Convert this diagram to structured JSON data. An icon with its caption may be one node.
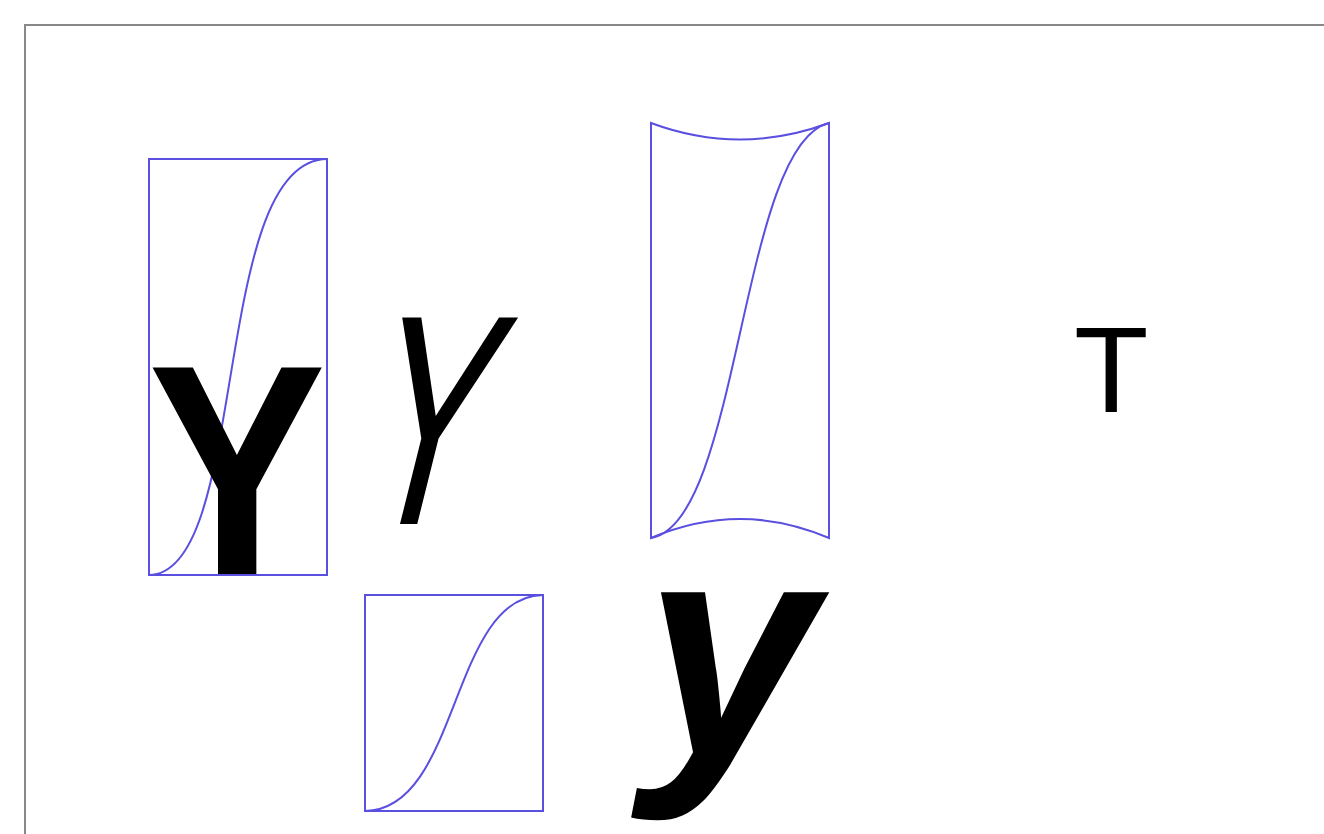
{
  "diagram": {
    "labels": [
      "Y",
      "Y",
      "T",
      "y"
    ]
  }
}
